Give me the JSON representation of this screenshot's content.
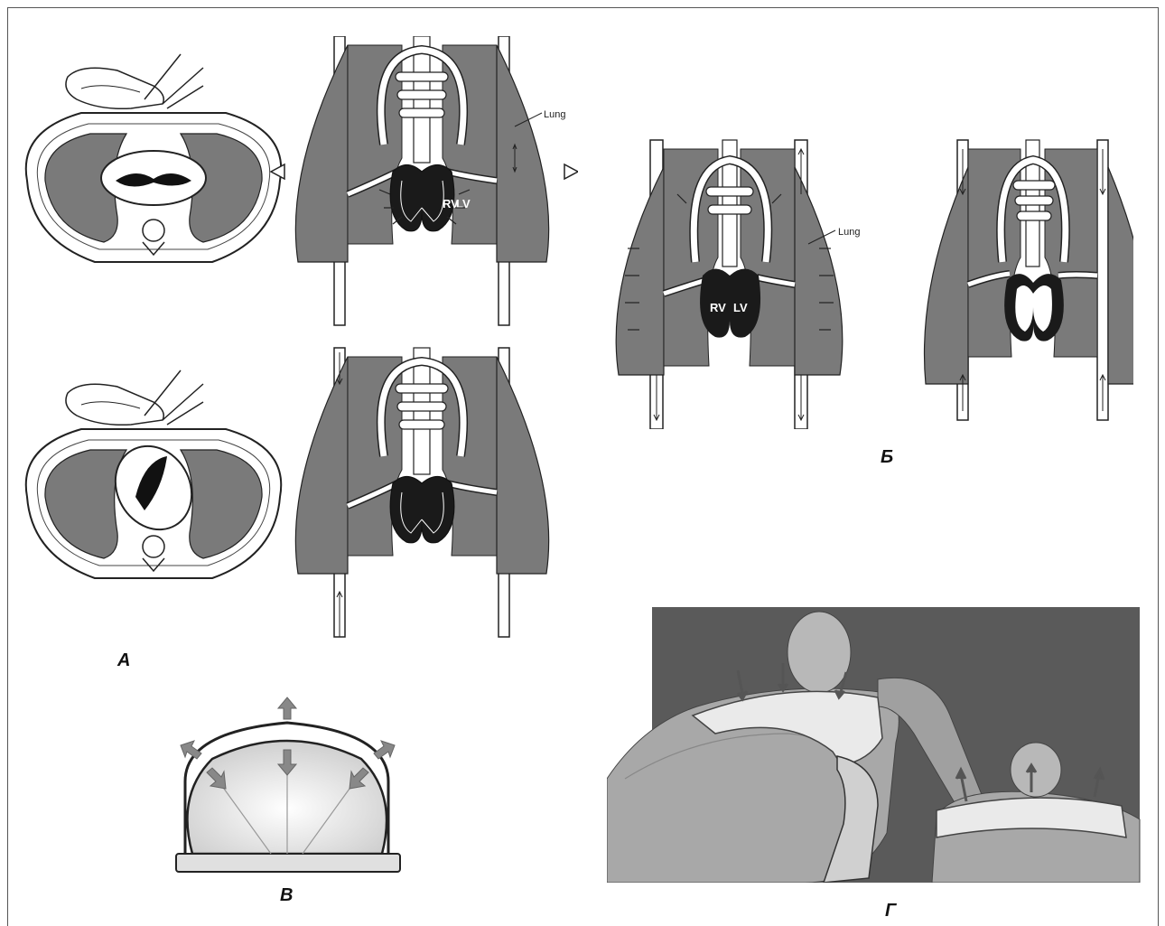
{
  "labels": {
    "a": "А",
    "b": "Б",
    "v": "В",
    "g": "Г"
  },
  "anatomy": {
    "lung": "Lung",
    "rv": "RV",
    "lv": "LV"
  },
  "colors": {
    "lung_fill": "#7a7a7a",
    "heart_fill": "#1a1a1a",
    "dark_bg": "#5a5a5a",
    "body_fill": "#9a9a9a",
    "arrow_gray": "#888888"
  }
}
